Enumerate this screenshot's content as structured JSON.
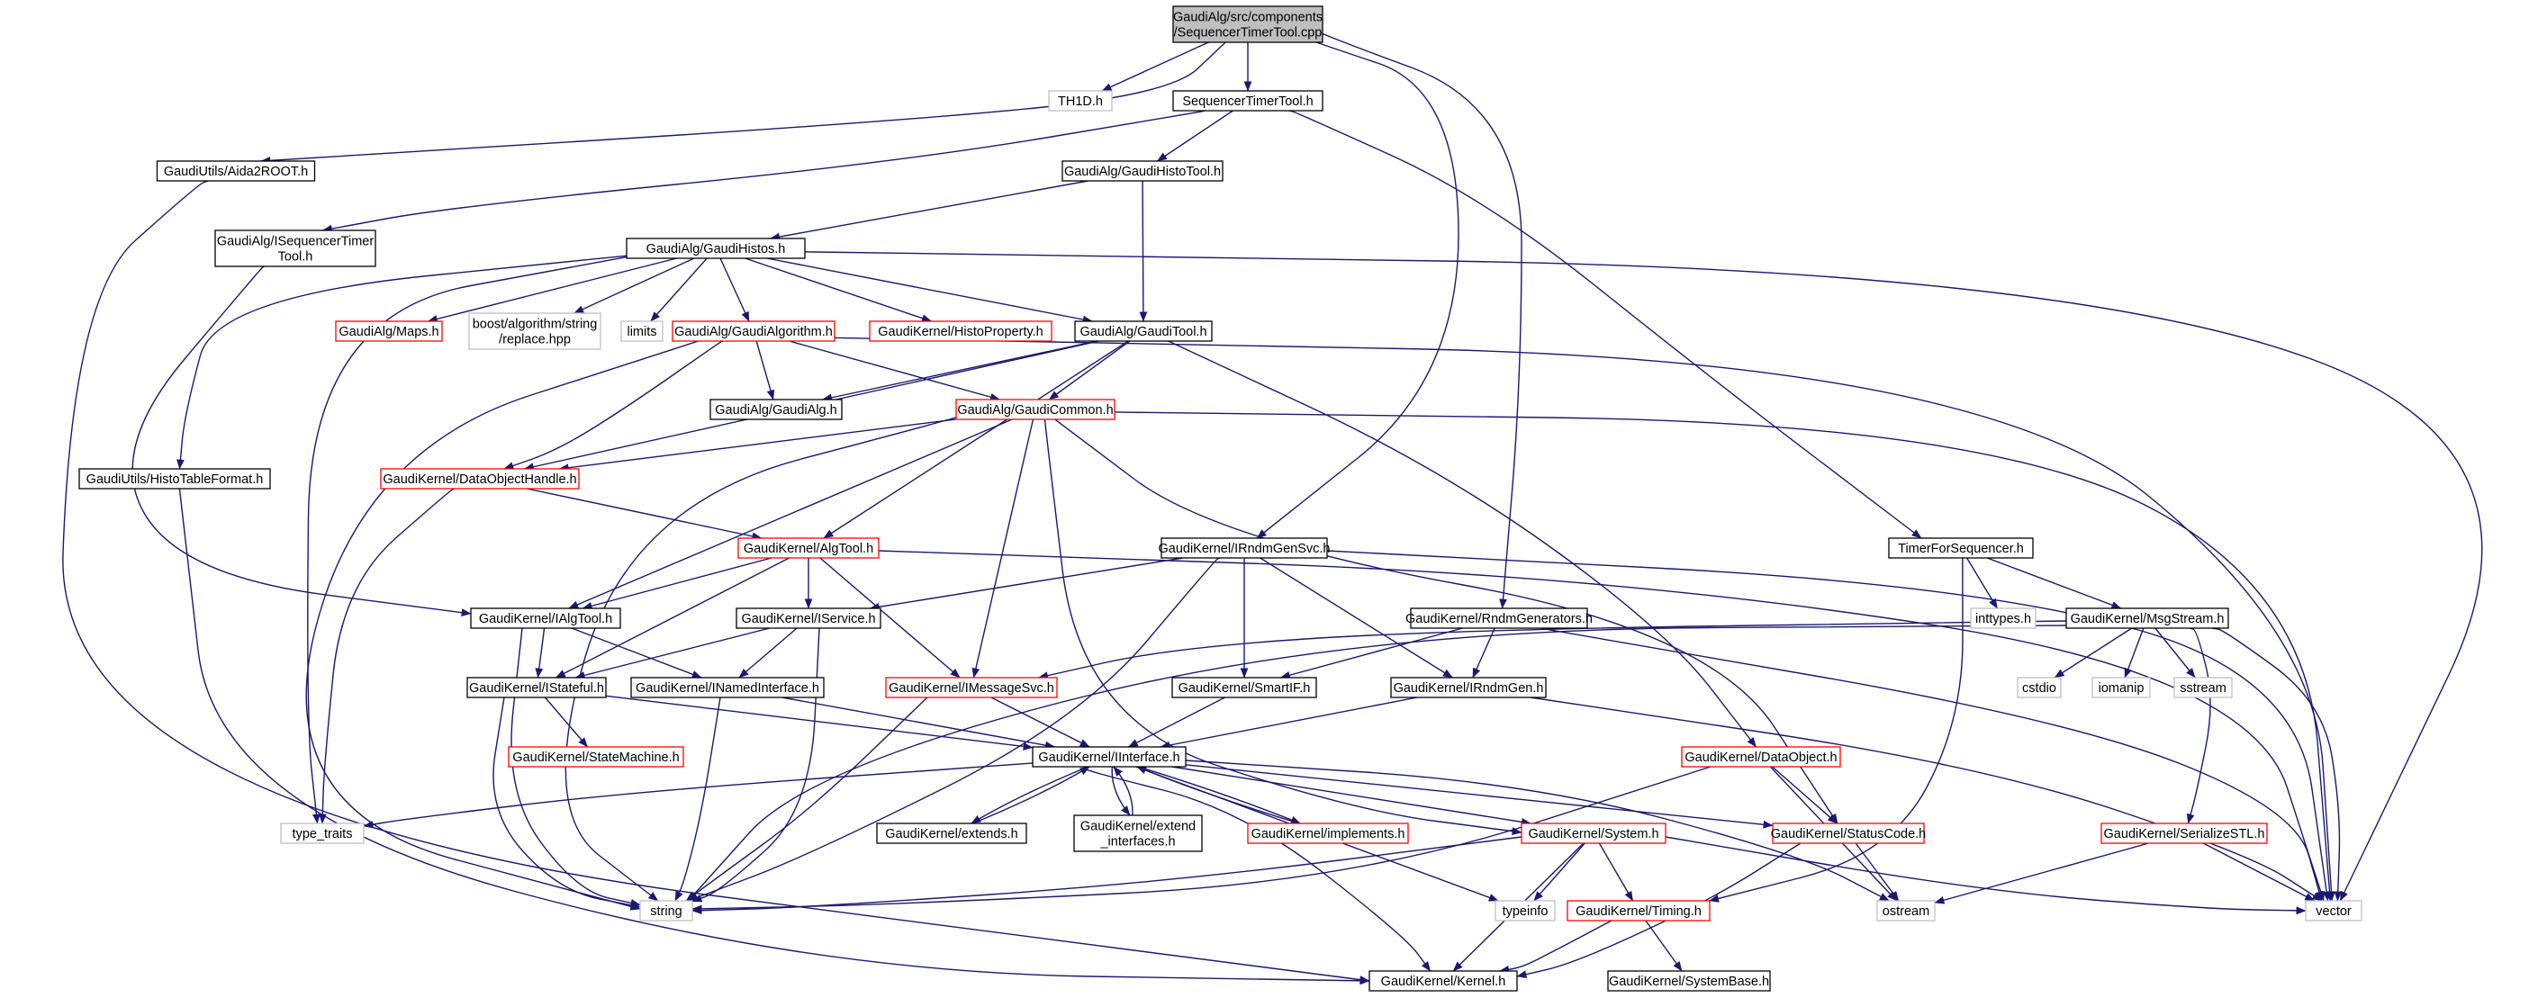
{
  "colors": {
    "edge": "#191970",
    "node_border_documented": "#000000",
    "node_border_truncated": "#ff0000",
    "node_border_external": "#bfbfbf",
    "root_fill": "#bfbfbf"
  },
  "nodes": [
    {
      "id": "root",
      "lines": [
        "GaudiAlg/src/components",
        "/SequencerTimerTool.cpp"
      ],
      "style": "root"
    },
    {
      "id": "th1d",
      "lines": [
        "TH1D.h"
      ],
      "style": "grey"
    },
    {
      "id": "seqtt",
      "lines": [
        "SequencerTimerTool.h"
      ],
      "style": "black"
    },
    {
      "id": "aida",
      "lines": [
        "GaudiUtils/Aida2ROOT.h"
      ],
      "style": "black"
    },
    {
      "id": "histotool",
      "lines": [
        "GaudiAlg/GaudiHistoTool.h"
      ],
      "style": "black"
    },
    {
      "id": "iseqtt",
      "lines": [
        "GaudiAlg/ISequencerTimer",
        "Tool.h"
      ],
      "style": "black"
    },
    {
      "id": "histos",
      "lines": [
        "GaudiAlg/GaudiHistos.h"
      ],
      "style": "black"
    },
    {
      "id": "maps",
      "lines": [
        "GaudiAlg/Maps.h"
      ],
      "style": "red"
    },
    {
      "id": "boostrep",
      "lines": [
        "boost/algorithm/string",
        "/replace.hpp"
      ],
      "style": "grey"
    },
    {
      "id": "limits",
      "lines": [
        "limits"
      ],
      "style": "grey"
    },
    {
      "id": "gaudialgo",
      "lines": [
        "GaudiAlg/GaudiAlgorithm.h"
      ],
      "style": "red"
    },
    {
      "id": "histoprop",
      "lines": [
        "GaudiKernel/HistoProperty.h"
      ],
      "style": "red"
    },
    {
      "id": "gauditool",
      "lines": [
        "GaudiAlg/GaudiTool.h"
      ],
      "style": "black"
    },
    {
      "id": "gaudialg",
      "lines": [
        "GaudiAlg/GaudiAlg.h"
      ],
      "style": "black"
    },
    {
      "id": "gaudicommon",
      "lines": [
        "GaudiAlg/GaudiCommon.h"
      ],
      "style": "red"
    },
    {
      "id": "histotable",
      "lines": [
        "GaudiUtils/HistoTableFormat.h"
      ],
      "style": "black"
    },
    {
      "id": "dataobjhandle",
      "lines": [
        "GaudiKernel/DataObjectHandle.h"
      ],
      "style": "red"
    },
    {
      "id": "algtool",
      "lines": [
        "GaudiKernel/AlgTool.h"
      ],
      "style": "red"
    },
    {
      "id": "irndmgensvc",
      "lines": [
        "GaudiKernel/IRndmGenSvc.h"
      ],
      "style": "black"
    },
    {
      "id": "timerforseq",
      "lines": [
        "TimerForSequencer.h"
      ],
      "style": "black"
    },
    {
      "id": "ialgtool",
      "lines": [
        "GaudiKernel/IAlgTool.h"
      ],
      "style": "black"
    },
    {
      "id": "iservice",
      "lines": [
        "GaudiKernel/IService.h"
      ],
      "style": "black"
    },
    {
      "id": "rndmgens",
      "lines": [
        "GaudiKernel/RndmGenerators.h"
      ],
      "style": "black"
    },
    {
      "id": "inttypes",
      "lines": [
        "inttypes.h"
      ],
      "style": "grey"
    },
    {
      "id": "msgstream",
      "lines": [
        "GaudiKernel/MsgStream.h"
      ],
      "style": "black"
    },
    {
      "id": "istateful",
      "lines": [
        "GaudiKernel/IStateful.h"
      ],
      "style": "black"
    },
    {
      "id": "inamed",
      "lines": [
        "GaudiKernel/INamedInterface.h"
      ],
      "style": "black"
    },
    {
      "id": "imsgsvc",
      "lines": [
        "GaudiKernel/IMessageSvc.h"
      ],
      "style": "red"
    },
    {
      "id": "smartif",
      "lines": [
        "GaudiKernel/SmartIF.h"
      ],
      "style": "black"
    },
    {
      "id": "irndmgen",
      "lines": [
        "GaudiKernel/IRndmGen.h"
      ],
      "style": "black"
    },
    {
      "id": "cstdio",
      "lines": [
        "cstdio"
      ],
      "style": "grey"
    },
    {
      "id": "iomanip",
      "lines": [
        "iomanip"
      ],
      "style": "grey"
    },
    {
      "id": "sstream",
      "lines": [
        "sstream"
      ],
      "style": "grey"
    },
    {
      "id": "statemachine",
      "lines": [
        "GaudiKernel/StateMachine.h"
      ],
      "style": "red"
    },
    {
      "id": "iinterface",
      "lines": [
        "GaudiKernel/IInterface.h"
      ],
      "style": "black"
    },
    {
      "id": "dataobject",
      "lines": [
        "GaudiKernel/DataObject.h"
      ],
      "style": "red"
    },
    {
      "id": "typetraits",
      "lines": [
        "type_traits"
      ],
      "style": "grey"
    },
    {
      "id": "extends",
      "lines": [
        "GaudiKernel/extends.h"
      ],
      "style": "black"
    },
    {
      "id": "extendif",
      "lines": [
        "GaudiKernel/extend",
        "_interfaces.h"
      ],
      "style": "black"
    },
    {
      "id": "implements",
      "lines": [
        "GaudiKernel/implements.h"
      ],
      "style": "red"
    },
    {
      "id": "system",
      "lines": [
        "GaudiKernel/System.h"
      ],
      "style": "red"
    },
    {
      "id": "statuscode",
      "lines": [
        "GaudiKernel/StatusCode.h"
      ],
      "style": "red"
    },
    {
      "id": "serializestl",
      "lines": [
        "GaudiKernel/SerializeSTL.h"
      ],
      "style": "red"
    },
    {
      "id": "string",
      "lines": [
        "string"
      ],
      "style": "grey"
    },
    {
      "id": "typeinfo",
      "lines": [
        "typeinfo"
      ],
      "style": "grey"
    },
    {
      "id": "timing",
      "lines": [
        "GaudiKernel/Timing.h"
      ],
      "style": "red"
    },
    {
      "id": "ostream",
      "lines": [
        "ostream"
      ],
      "style": "grey"
    },
    {
      "id": "vector",
      "lines": [
        "vector"
      ],
      "style": "grey"
    },
    {
      "id": "kernel",
      "lines": [
        "GaudiKernel/Kernel.h"
      ],
      "style": "black"
    },
    {
      "id": "systembase",
      "lines": [
        "GaudiKernel/SystemBase.h"
      ],
      "style": "black"
    }
  ],
  "edges": [
    [
      "root",
      "th1d"
    ],
    [
      "root",
      "seqtt"
    ],
    [
      "root",
      "aida"
    ],
    [
      "root",
      "irndmgensvc"
    ],
    [
      "root",
      "rndmgens"
    ],
    [
      "seqtt",
      "histotool"
    ],
    [
      "seqtt",
      "iseqtt"
    ],
    [
      "seqtt",
      "timerforseq"
    ],
    [
      "aida",
      "kernel"
    ],
    [
      "histotool",
      "histos"
    ],
    [
      "histotool",
      "gauditool"
    ],
    [
      "iseqtt",
      "ialgtool"
    ],
    [
      "histos",
      "maps"
    ],
    [
      "histos",
      "boostrep"
    ],
    [
      "histos",
      "limits"
    ],
    [
      "histos",
      "gaudialgo"
    ],
    [
      "histos",
      "histoprop"
    ],
    [
      "histos",
      "gauditool"
    ],
    [
      "histos",
      "histotable"
    ],
    [
      "histos",
      "typetraits"
    ],
    [
      "histos",
      "vector"
    ],
    [
      "gaudialgo",
      "gaudialg"
    ],
    [
      "gaudialgo",
      "gaudicommon"
    ],
    [
      "gaudialgo",
      "dataobjhandle"
    ],
    [
      "gaudialgo",
      "string"
    ],
    [
      "gaudialgo",
      "vector"
    ],
    [
      "gauditool",
      "gaudialg"
    ],
    [
      "gauditool",
      "gaudicommon"
    ],
    [
      "gauditool",
      "dataobjhandle"
    ],
    [
      "gauditool",
      "algtool"
    ],
    [
      "gauditool",
      "dataobject"
    ],
    [
      "gaudicommon",
      "dataobjhandle"
    ],
    [
      "gaudicommon",
      "ialgtool"
    ],
    [
      "gaudicommon",
      "imsgsvc"
    ],
    [
      "gaudicommon",
      "system"
    ],
    [
      "gaudicommon",
      "statuscode"
    ],
    [
      "gaudicommon",
      "string"
    ],
    [
      "gaudicommon",
      "vector"
    ],
    [
      "histotable",
      "kernel"
    ],
    [
      "dataobjhandle",
      "algtool"
    ],
    [
      "dataobjhandle",
      "typetraits"
    ],
    [
      "algtool",
      "ialgtool"
    ],
    [
      "algtool",
      "iservice"
    ],
    [
      "algtool",
      "imsgsvc"
    ],
    [
      "algtool",
      "istateful"
    ],
    [
      "algtool",
      "vector"
    ],
    [
      "irndmgensvc",
      "iservice"
    ],
    [
      "irndmgensvc",
      "smartif"
    ],
    [
      "irndmgensvc",
      "irndmgen"
    ],
    [
      "irndmgensvc",
      "string"
    ],
    [
      "irndmgensvc",
      "vector"
    ],
    [
      "timerforseq",
      "inttypes"
    ],
    [
      "timerforseq",
      "msgstream"
    ],
    [
      "timerforseq",
      "timing"
    ],
    [
      "ialgtool",
      "istateful"
    ],
    [
      "ialgtool",
      "inamed"
    ],
    [
      "ialgtool",
      "string"
    ],
    [
      "iservice",
      "istateful"
    ],
    [
      "iservice",
      "inamed"
    ],
    [
      "iservice",
      "string"
    ],
    [
      "rndmgens",
      "smartif"
    ],
    [
      "rndmgens",
      "irndmgen"
    ],
    [
      "rndmgens",
      "vector"
    ],
    [
      "msgstream",
      "imsgsvc"
    ],
    [
      "msgstream",
      "cstdio"
    ],
    [
      "msgstream",
      "iomanip"
    ],
    [
      "msgstream",
      "sstream"
    ],
    [
      "msgstream",
      "serializestl"
    ],
    [
      "msgstream",
      "vector"
    ],
    [
      "msgstream",
      "string"
    ],
    [
      "istateful",
      "statemachine"
    ],
    [
      "istateful",
      "iinterface"
    ],
    [
      "istateful",
      "string"
    ],
    [
      "inamed",
      "iinterface"
    ],
    [
      "inamed",
      "string"
    ],
    [
      "imsgsvc",
      "iinterface"
    ],
    [
      "imsgsvc",
      "string"
    ],
    [
      "smartif",
      "iinterface"
    ],
    [
      "irndmgen",
      "iinterface"
    ],
    [
      "irndmgen",
      "vector"
    ],
    [
      "iinterface",
      "typetraits"
    ],
    [
      "iinterface",
      "system"
    ],
    [
      "iinterface",
      "statuscode"
    ],
    [
      "iinterface",
      "typeinfo"
    ],
    [
      "iinterface",
      "ostream"
    ],
    [
      "iinterface",
      "kernel"
    ],
    [
      "extends",
      "iinterface"
    ],
    [
      "iinterface",
      "extends"
    ],
    [
      "extendif",
      "iinterface"
    ],
    [
      "iinterface",
      "extendif"
    ],
    [
      "implements",
      "iinterface"
    ],
    [
      "iinterface",
      "implements"
    ],
    [
      "dataobject",
      "statuscode"
    ],
    [
      "dataobject",
      "ostream"
    ],
    [
      "dataobject",
      "string"
    ],
    [
      "system",
      "kernel"
    ],
    [
      "system",
      "string"
    ],
    [
      "system",
      "typeinfo"
    ],
    [
      "system",
      "timing"
    ],
    [
      "system",
      "vector"
    ],
    [
      "statuscode",
      "kernel"
    ],
    [
      "statuscode",
      "ostream"
    ],
    [
      "serializestl",
      "ostream"
    ],
    [
      "serializestl",
      "vector"
    ],
    [
      "timing",
      "kernel"
    ],
    [
      "timing",
      "systembase"
    ]
  ]
}
